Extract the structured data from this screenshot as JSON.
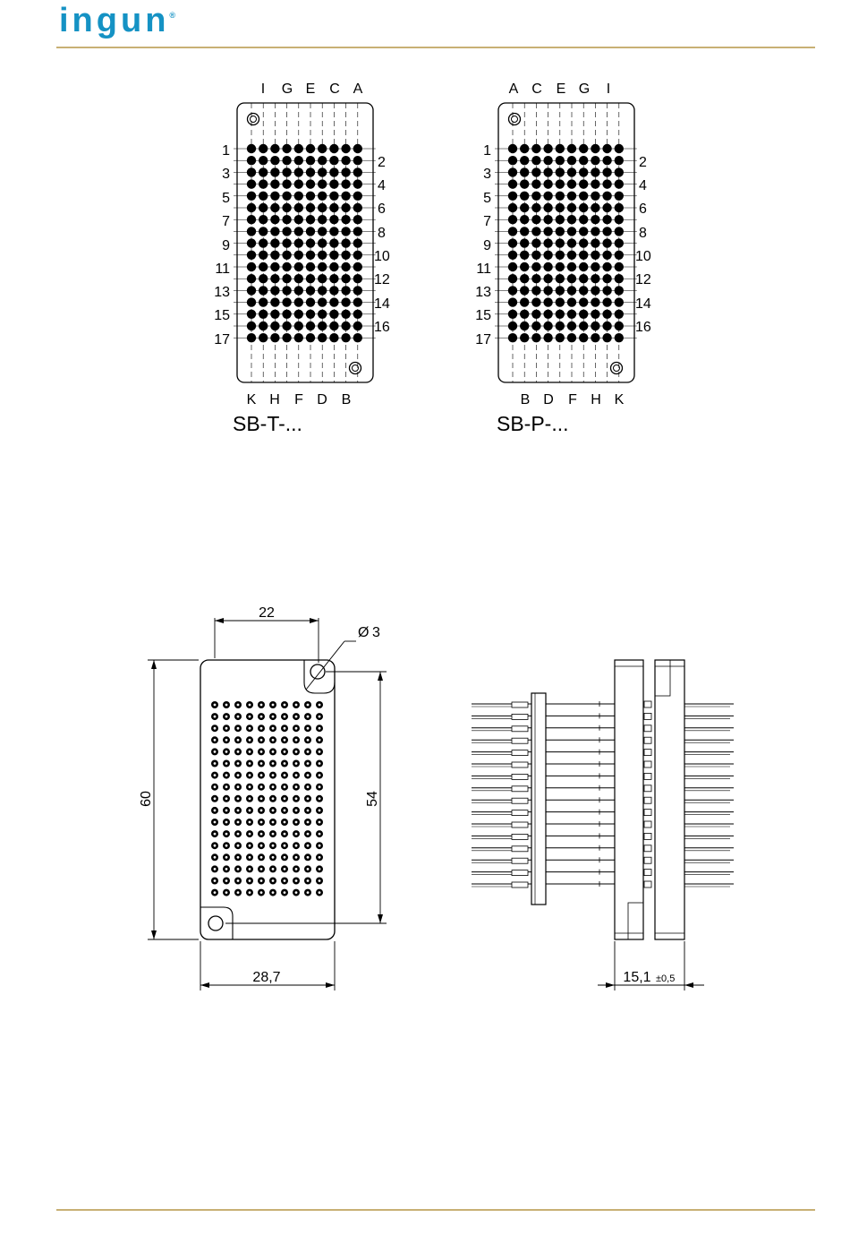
{
  "header": {
    "logo_text": "ingun",
    "logo_mark": "®",
    "logo_color": "#1592c4",
    "rule_color": "#c8b074"
  },
  "pinouts": [
    {
      "caption": "SB-T-...",
      "top_letters": [
        "I",
        "G",
        "E",
        "C",
        "A"
      ],
      "bottom_letters": [
        "K",
        "H",
        "F",
        "D",
        "B"
      ],
      "left_numbers": [
        "1",
        "3",
        "5",
        "7",
        "9",
        "11",
        "13",
        "15",
        "17"
      ],
      "right_numbers": [
        "2",
        "4",
        "6",
        "8",
        "10",
        "12",
        "14",
        "16"
      ]
    },
    {
      "caption": "SB-P-...",
      "top_letters": [
        "A",
        "C",
        "E",
        "G",
        "I"
      ],
      "bottom_letters": [
        "B",
        "D",
        "F",
        "H",
        "K"
      ],
      "left_numbers": [
        "1",
        "3",
        "5",
        "7",
        "9",
        "11",
        "13",
        "15",
        "17"
      ],
      "right_numbers": [
        "2",
        "4",
        "6",
        "8",
        "10",
        "12",
        "14",
        "16"
      ]
    }
  ],
  "dimensions": {
    "hole_spacing_top": "22",
    "hole_diameter": "3",
    "diameter_symbol": "Ø",
    "height": "60",
    "hole_pitch_vertical": "54",
    "width": "28,7",
    "depth": "15,1",
    "depth_tolerance": "±0,5"
  },
  "grid": {
    "columns": 10,
    "rows": 17
  }
}
